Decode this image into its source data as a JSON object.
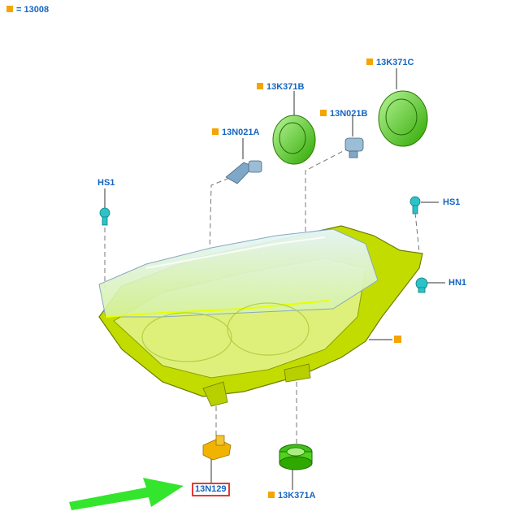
{
  "legend": {
    "eq_text": "= 13008",
    "swatch_color": "#f5a400"
  },
  "labels": {
    "hs1_left": "HS1",
    "hs1_right": "HS1",
    "hn1": "HN1",
    "n021a": "13N021A",
    "k371b": "13K371B",
    "n021b": "13N021B",
    "k371c": "13K371C",
    "k371a": "13K371A",
    "n129": "13N129"
  },
  "colors": {
    "label_text": "#1565c0",
    "housing_yellow": "#c8e000",
    "cap_green": "#55d400",
    "clip_teal": "#2cc3c8",
    "highlight_border": "#e53935",
    "arrow_green": "#33e52c",
    "bracket_orange": "#f0b400"
  }
}
